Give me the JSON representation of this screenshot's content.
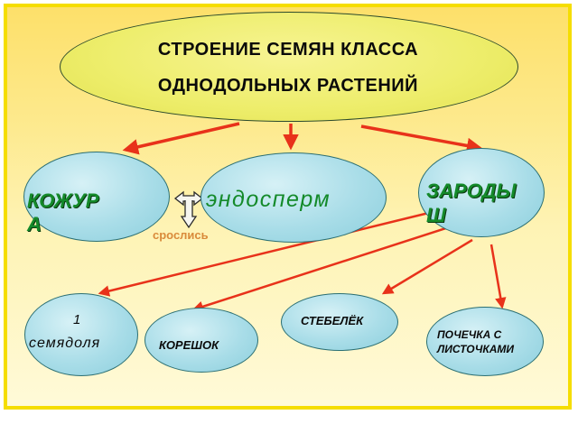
{
  "title": {
    "line1": "СТРОЕНИЕ  СЕМЯН  КЛАССА",
    "line2": "ОДНОДОЛЬНЫХ  РАСТЕНИЙ"
  },
  "nodes": {
    "kozhura": {
      "line1": "КОЖУР",
      "line2": "А"
    },
    "endosperm": {
      "label": "эндосперм"
    },
    "zarodysh": {
      "line1": "ЗАРОДЫ",
      "line2": "Ш"
    },
    "semyadolya": {
      "line1": "1",
      "line2": "семядоля"
    },
    "koreshok": {
      "label": "КОРЕШОК"
    },
    "stebelek": {
      "label": "СТЕБЕЛЁК"
    },
    "pochechka": {
      "line1": "ПОЧЕЧКА С",
      "line2": "ЛИСТОЧКАМИ"
    }
  },
  "annotation": {
    "label": "срослись"
  },
  "colors": {
    "arrow": "#e8321a",
    "label_green": "#148a2a",
    "annotation": "#d98a3a",
    "slide_border": "#f5dd00"
  }
}
